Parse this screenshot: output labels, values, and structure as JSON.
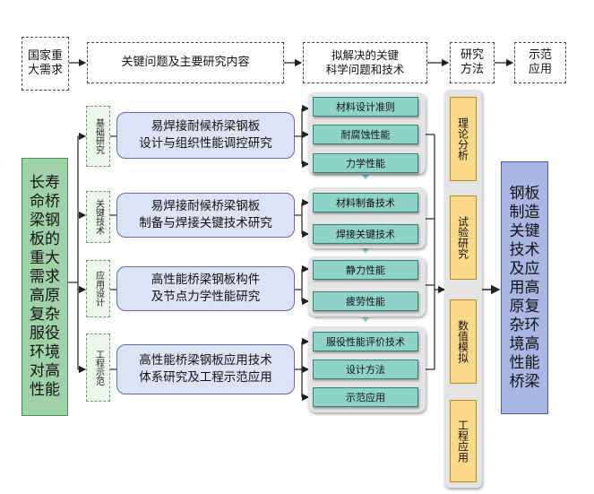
{
  "header": {
    "national_demand": "国家重大需求",
    "key_content": "关键问题及主要研究内容",
    "science_issues_line1": "拟解决的关键",
    "science_issues_line2": "科学问题和技术",
    "research_method": "研究方法",
    "demo_application": "示范应用"
  },
  "left_box": "长寿命桥梁钢板的重大需求高原复杂服役环境对高性能",
  "tags": [
    "基础研究",
    "关键技术",
    "应用设计",
    "工程示范"
  ],
  "research_items": [
    {
      "line1": "易焊接耐候桥梁钢板",
      "line2": "设计与组织性能调控研究"
    },
    {
      "line1": "易焊接耐候桥梁钢板",
      "line2": "制备与焊接关键技术研究"
    },
    {
      "line1": "高性能桥梁钢板构件",
      "line2": "及节点力学性能研究"
    },
    {
      "line1": "高性能桥梁钢板应用技术",
      "line2": "体系研究及工程示范应用"
    }
  ],
  "issues": [
    [
      "材料设计准则",
      "耐腐蚀性能",
      "力学性能"
    ],
    [
      "材料制备技术",
      "焊接关键技术"
    ],
    [
      "静力性能",
      "疲劳性能"
    ],
    [
      "服役性能评价技术",
      "设计方法",
      "示范应用"
    ]
  ],
  "methods": [
    "理论分析",
    "试验研究",
    "数值模拟",
    "工程应用"
  ],
  "right_box": "钢板制造关键技术及应用高原复杂环境高性能桥梁",
  "colors": {
    "left_box_fill": "#9fd2a8",
    "right_box_fill": "#aab6e4",
    "research_fill": "#dde3f4",
    "issue_fill": "#8fd3c7",
    "method_fill": "#fbd98a"
  }
}
